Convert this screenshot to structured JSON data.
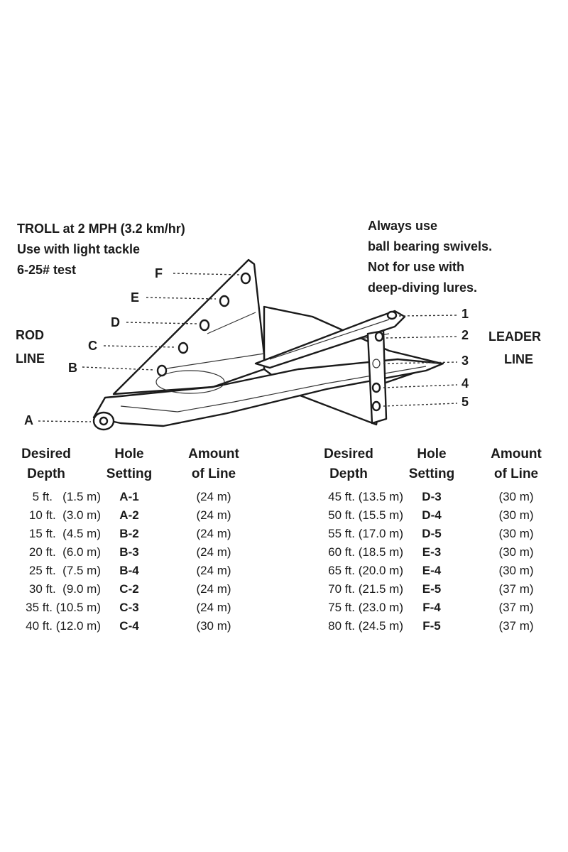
{
  "notes": {
    "troll": [
      "TROLL at 2 MPH (3.2 km/hr)",
      "Use with light tackle",
      "6-25# test"
    ],
    "swivel": [
      "Always use",
      "ball bearing swivels.",
      "Not for use with",
      "deep-diving lures."
    ]
  },
  "diagram": {
    "rod_label": [
      "ROD",
      "LINE"
    ],
    "leader_label": [
      "LEADER",
      "LINE"
    ],
    "letter_holes": [
      "F",
      "E",
      "D",
      "C",
      "B",
      "A"
    ],
    "number_holes": [
      "1",
      "2",
      "3",
      "4",
      "5"
    ]
  },
  "table": {
    "headers": [
      [
        "Desired",
        "Depth"
      ],
      [
        "Hole",
        "Setting"
      ],
      [
        "Amount",
        "of Line"
      ]
    ],
    "left_rows": [
      {
        "depth": "5 ft.   (1.5 m)",
        "hole": "A-1",
        "line": "(24 m)"
      },
      {
        "depth": "10 ft.  (3.0 m)",
        "hole": "A-2",
        "line": "(24 m)"
      },
      {
        "depth": "15 ft.  (4.5 m)",
        "hole": "B-2",
        "line": "(24 m)"
      },
      {
        "depth": "20 ft.  (6.0 m)",
        "hole": "B-3",
        "line": "(24 m)"
      },
      {
        "depth": "25 ft.  (7.5 m)",
        "hole": "B-4",
        "line": "(24 m)"
      },
      {
        "depth": "30 ft.  (9.0 m)",
        "hole": "C-2",
        "line": "(24 m)"
      },
      {
        "depth": "35 ft. (10.5 m)",
        "hole": "C-3",
        "line": "(24 m)"
      },
      {
        "depth": "40 ft. (12.0 m)",
        "hole": "C-4",
        "line": "(30 m)"
      }
    ],
    "right_rows": [
      {
        "depth": "45 ft. (13.5 m)",
        "hole": "D-3",
        "line": "(30 m)"
      },
      {
        "depth": "50 ft. (15.5 m)",
        "hole": "D-4",
        "line": "(30 m)"
      },
      {
        "depth": "55 ft. (17.0 m)",
        "hole": "D-5",
        "line": "(30 m)"
      },
      {
        "depth": "60 ft. (18.5 m)",
        "hole": "E-3",
        "line": "(30 m)"
      },
      {
        "depth": "65 ft. (20.0 m)",
        "hole": "E-4",
        "line": "(30 m)"
      },
      {
        "depth": "70 ft. (21.5 m)",
        "hole": "E-5",
        "line": "(37 m)"
      },
      {
        "depth": "75 ft. (23.0 m)",
        "hole": "F-4",
        "line": "(37 m)"
      },
      {
        "depth": "80 ft. (24.5 m)",
        "hole": "F-5",
        "line": "(37 m)"
      }
    ]
  }
}
